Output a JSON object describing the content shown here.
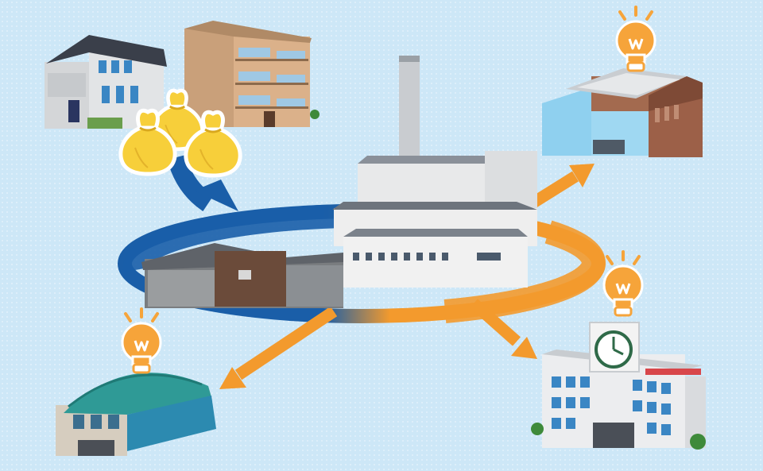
{
  "colors": {
    "background": "#cde7f7",
    "collection_blue": "#1a5ea8",
    "energy_orange": "#f39a2d",
    "garbage_bag_yellow": "#f7cf3a",
    "bulb_orange": "#f6a43a"
  },
  "icons": {
    "garbage_bag": "garbage-bag-icon",
    "light_bulb": "light-bulb-icon",
    "clock": "clock-icon"
  },
  "nodes": {
    "source": [
      "house",
      "apartment-building"
    ],
    "plant": "waste-incineration-plant",
    "destinations": [
      "office-building",
      "gymnasium",
      "school"
    ]
  }
}
